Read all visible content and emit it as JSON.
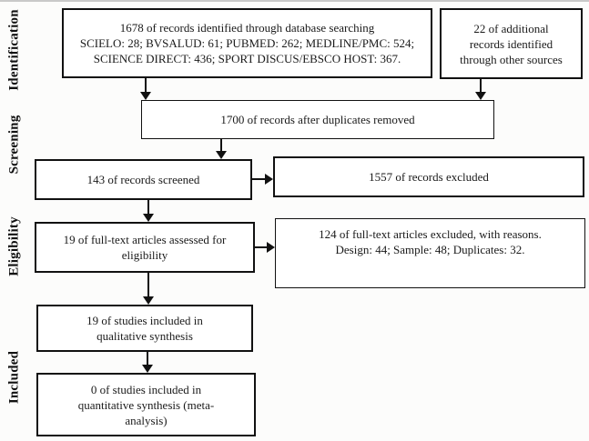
{
  "stages": {
    "identification": "Identification",
    "screening": "Screening",
    "eligibility": "Eligibility",
    "included": "Included"
  },
  "boxes": {
    "db_search": {
      "line1": "1678 of records identified through database searching",
      "line2": "SCIELO: 28; BVSALUD: 61; PUBMED: 262; MEDLINE/PMC: 524;",
      "line3": "SCIENCE DIRECT: 436; SPORT DISCUS/EBSCO HOST: 367."
    },
    "other_sources": {
      "line1": "22 of additional",
      "line2": "records identified",
      "line3": "through other sources"
    },
    "after_duplicates": {
      "line1": "1700 of records after duplicates removed"
    },
    "screened": {
      "line1": "143 of records screened"
    },
    "records_excluded": {
      "line1": "1557 of records excluded"
    },
    "fulltext_assessed": {
      "line1": "19 of full-text articles assessed for",
      "line2": "eligibility"
    },
    "fulltext_excluded": {
      "line1": "124 of full-text articles excluded, with reasons.",
      "line2": "Design: 44; Sample: 48; Duplicates: 32."
    },
    "qualitative": {
      "line1": "19 of studies included in",
      "line2": "qualitative synthesis"
    },
    "quantitative": {
      "line1": "0 of studies included in",
      "line2": "quantitative synthesis (meta-",
      "line3": "analysis)"
    }
  }
}
